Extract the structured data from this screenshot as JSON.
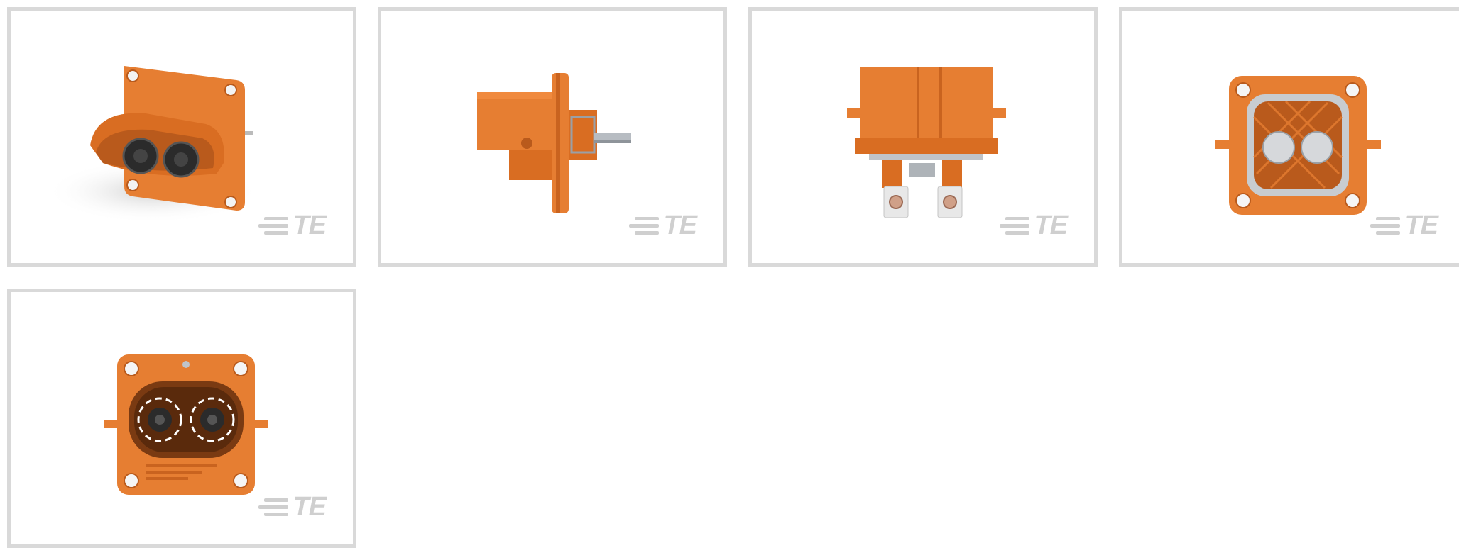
{
  "gallery": {
    "thumbnails": [
      {
        "view": "isometric",
        "logo_text": "TE"
      },
      {
        "view": "side",
        "logo_text": "TE"
      },
      {
        "view": "top",
        "logo_text": "TE"
      },
      {
        "view": "rear",
        "logo_text": "TE"
      },
      {
        "view": "front",
        "logo_text": "TE"
      }
    ],
    "colors": {
      "frame": "#d9d9d9",
      "connector_orange": "#e67e32",
      "connector_dark": "#b95a1c",
      "logo_gray": "#cfcfcf"
    }
  }
}
